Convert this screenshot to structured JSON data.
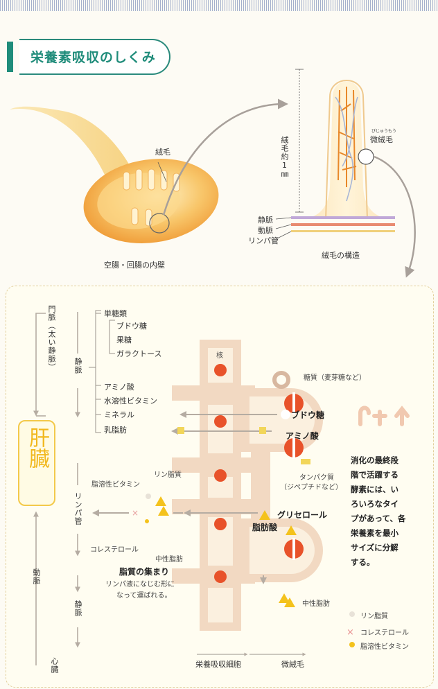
{
  "title": "栄養素吸収のしくみ",
  "top": {
    "intestine_villi_label": "絨毛",
    "intestine_caption": "空腸・回腸の内壁",
    "villus_length_label": "絨毛約1㎜",
    "microvilli_ruby": "びじゅうもう",
    "microvilli_label": "微絨毛",
    "vein_label": "静脈",
    "artery_label": "動脈",
    "lymph_label": "リンパ管",
    "villus_caption": "絨毛の構造"
  },
  "left_flow": {
    "portal_vein": "門脈（太い静脈）",
    "vein_short": "静脈",
    "liver": "肝臓",
    "lymph_vessel": "リンパ管",
    "artery": "動脈",
    "vein_lower": "静脈",
    "heart": "心臓"
  },
  "nutrients": {
    "monosaccharides": "単糖類",
    "glucose": "ブドウ糖",
    "fructose": "果糖",
    "galactose": "ガラクトース",
    "amino_acid": "アミノ酸",
    "water_soluble_vitamin": "水溶性ビタミン",
    "mineral": "ミネラル",
    "lactic_fat": "乳脂肪"
  },
  "fat_cluster": {
    "phospholipid": "リン脂質",
    "fat_soluble_vitamin": "脂溶性ビタミン",
    "cholesterol": "コレステロール",
    "neutral_fat": "中性脂肪",
    "title": "脂質の集まり",
    "note_line1": "リンパ液になじむ形に",
    "note_line2": "なって運ばれる。"
  },
  "cell": {
    "nucleus": "核",
    "sugar": "糖質（麦芽糖など）",
    "glucose": "ブドウ糖",
    "amino": "アミノ酸",
    "protein_line1": "タンパク質",
    "protein_line2": "（ジペプチドなど）",
    "glycerol": "グリセロール",
    "fatty_acid": "脂肪酸",
    "neutral_fat": "中性脂肪",
    "epithelial": "栄養吸収細胞",
    "microvilli": "微絨毛"
  },
  "description": [
    "消化の最終段",
    "階で活躍する",
    "酵素には、い",
    "ろいろなタイ",
    "プがあって、各",
    "栄養素を最小",
    "サイズに分解",
    "する。"
  ],
  "legend": {
    "phospholipid": "リン脂質",
    "cholesterol": "コレステロール",
    "fat_soluble_vitamin": "脂溶性ビタミン"
  },
  "colors": {
    "accent_teal": "#1f8c7a",
    "cell_tan": "#f2d9c2",
    "nucleus_red": "#e8522a",
    "liver_yellow": "#f1b81e",
    "arrow_gray": "#b8b0a6",
    "vitamin_yellow": "#f4c21c",
    "cholesterol_pink": "#e8a0a0"
  }
}
